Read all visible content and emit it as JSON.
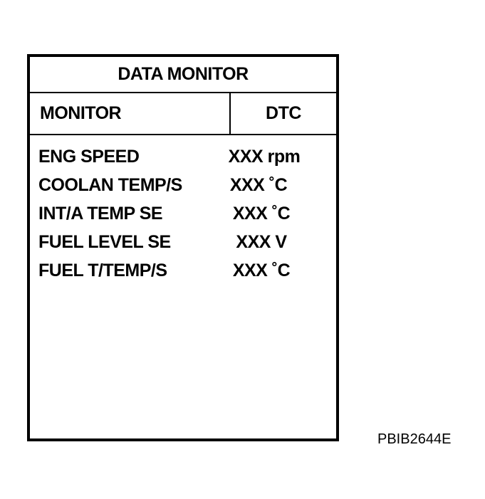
{
  "panel": {
    "title": "DATA MONITOR",
    "tabs": [
      {
        "label": "MONITOR"
      },
      {
        "label": "DTC"
      }
    ],
    "items": [
      {
        "label": "ENG SPEED",
        "value": "XXX rpm"
      },
      {
        "label": "COOLAN TEMP/S",
        "value": "XXX ˚C"
      },
      {
        "label": "INT/A TEMP SE",
        "value": "XXX ˚C"
      },
      {
        "label": "FUEL LEVEL SE",
        "value": "XXX V"
      },
      {
        "label": "FUEL T/TEMP/S",
        "value": "XXX ˚C"
      }
    ]
  },
  "figure_code": "PBIB2644E"
}
